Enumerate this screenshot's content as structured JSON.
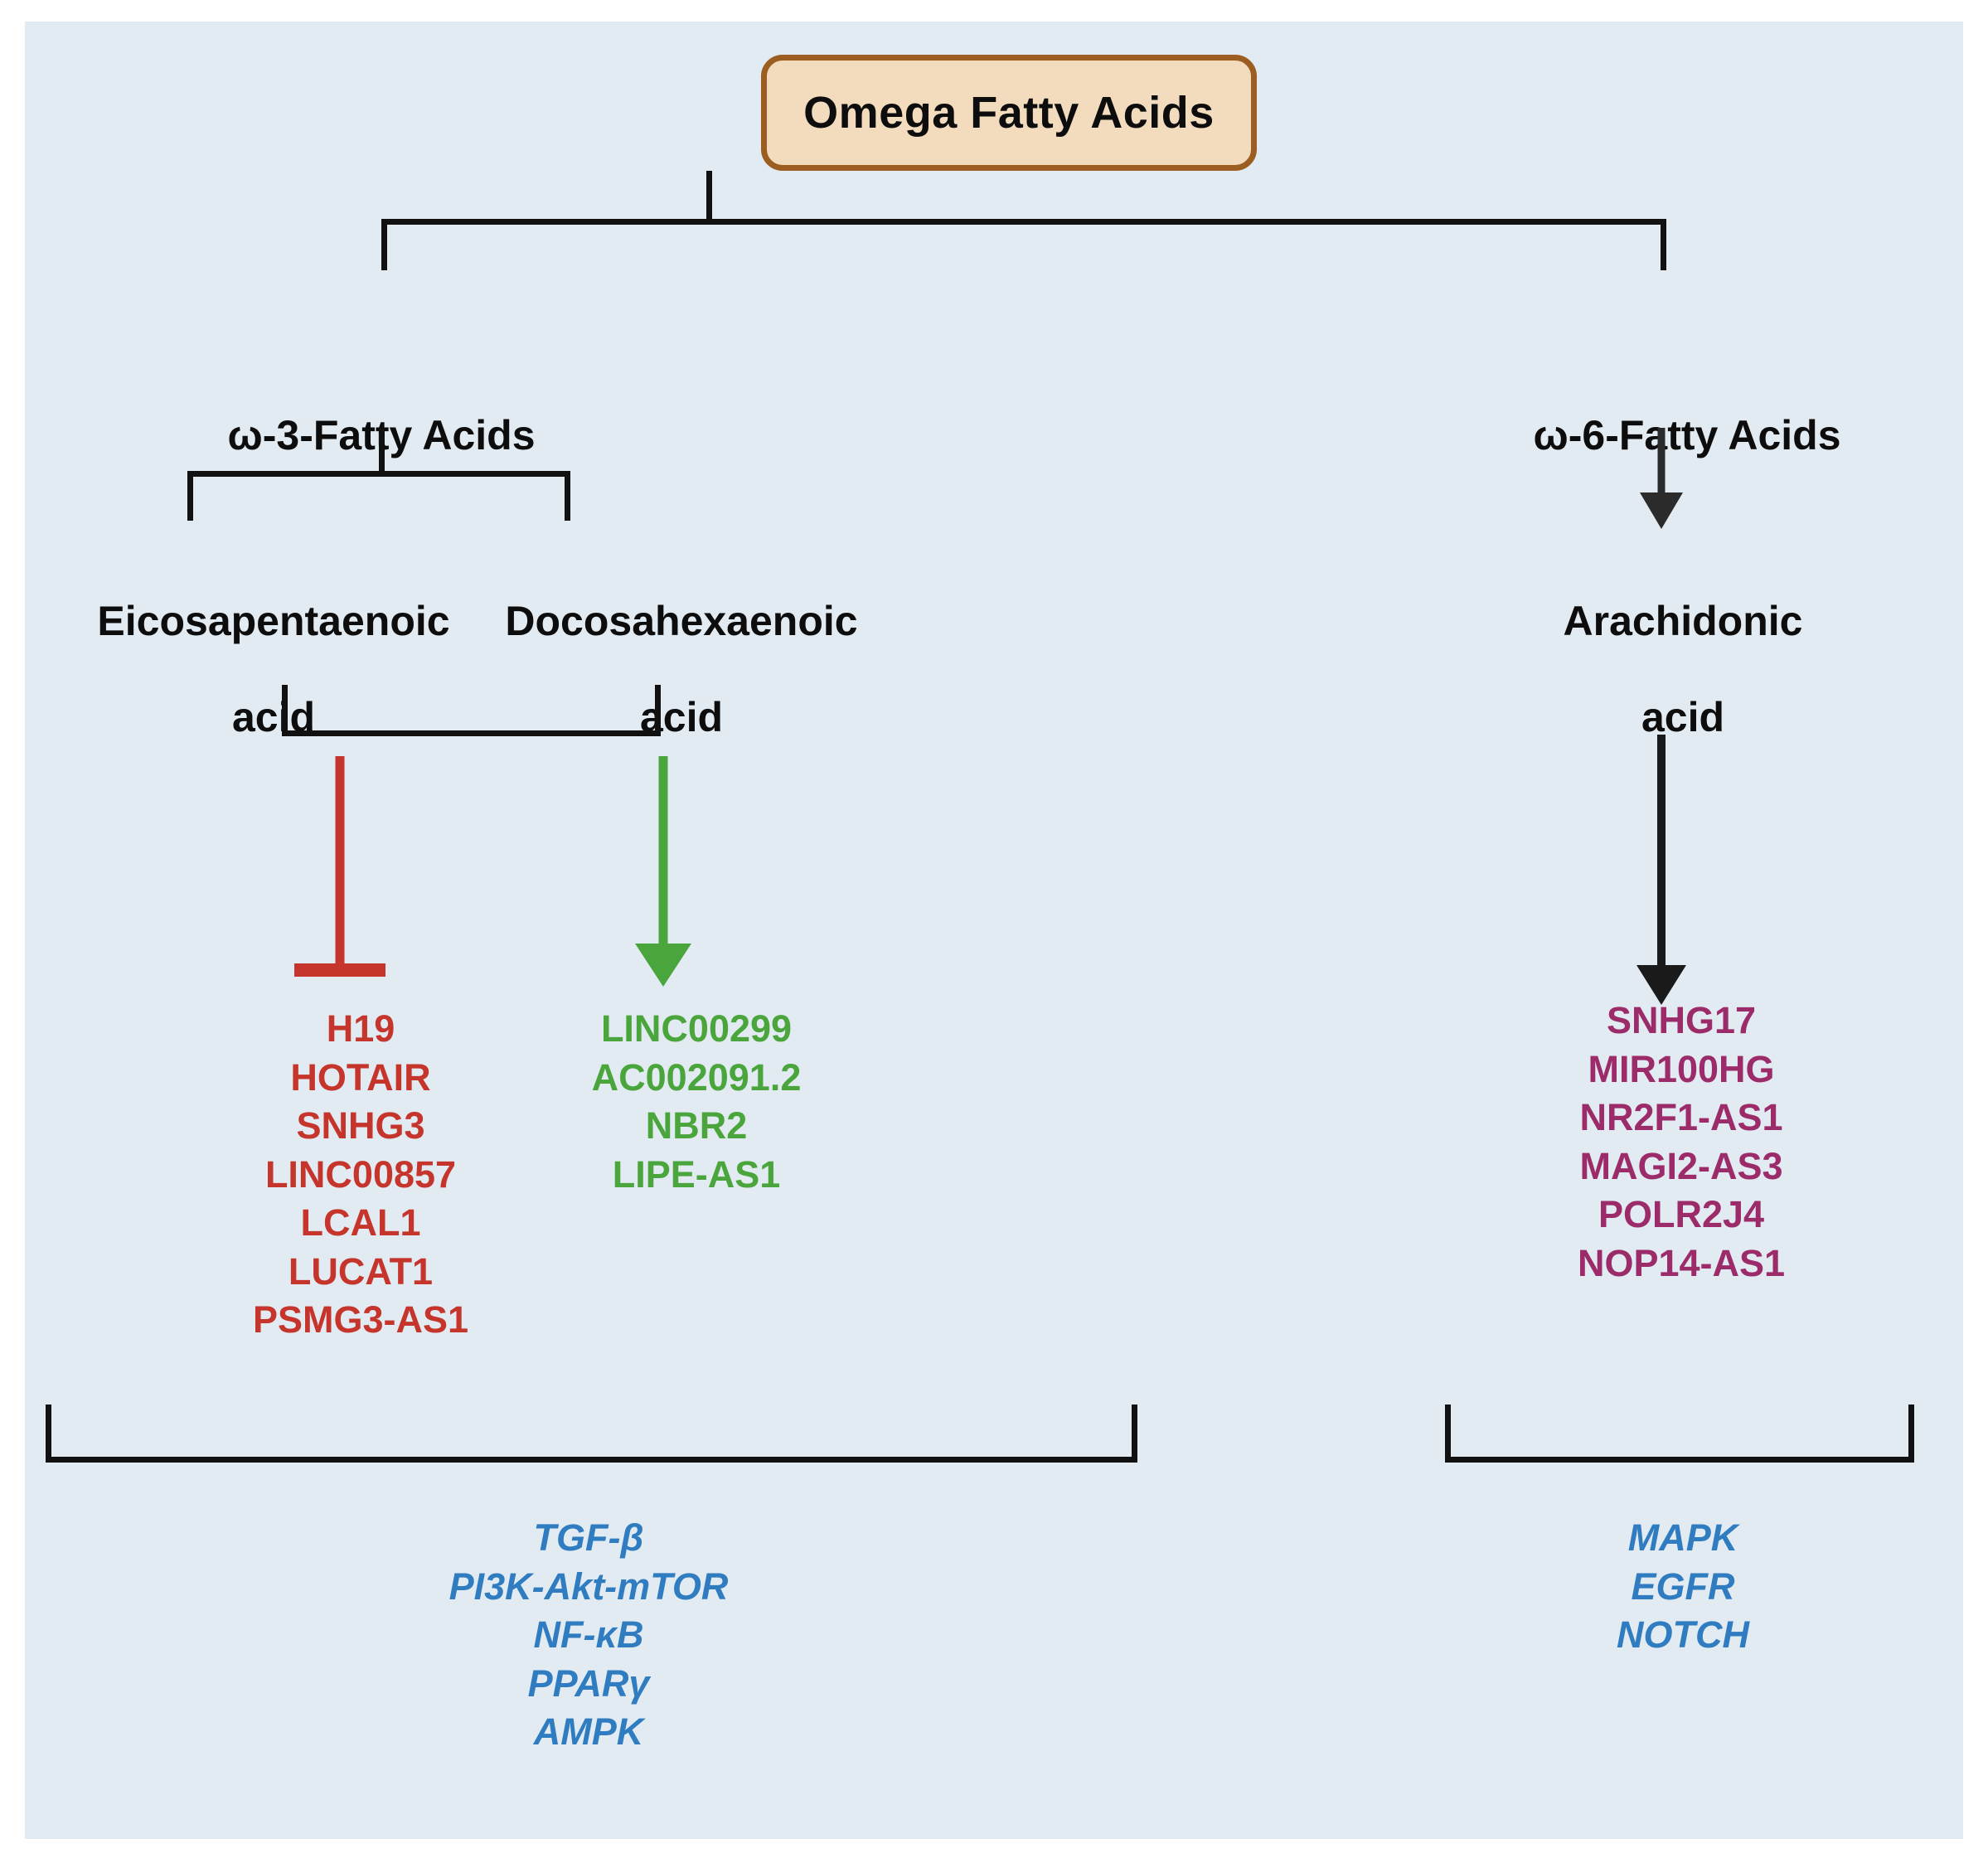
{
  "diagram": {
    "background_color": "#e2eaf2",
    "root": {
      "label": "Omega Fatty Acids",
      "fill_color": "#f3dcbd",
      "border_color": "#9c5d21"
    },
    "branches": {
      "omega3_label": "ω-3-Fatty Acids",
      "omega6_label": "ω-6-Fatty Acids"
    },
    "acids": {
      "epa_line1": "Eicosapentaenoic",
      "epa_line2": "acid",
      "dha_line1": "Docosahexaenoic",
      "dha_line2": "acid",
      "aa_line1": "Arachidonic",
      "aa_line2": "acid"
    },
    "edges": {
      "inhibition_color": "#c5352c",
      "activation_color": "#4aa63c",
      "neutral_color": "#111111",
      "inhibition_name": "inhibition",
      "activation_name": "activation"
    },
    "downregulated_lncrnas": {
      "color": "#c5352c",
      "items": [
        "H19",
        "HOTAIR",
        "SNHG3",
        "LINC00857",
        "LCAL1",
        "LUCAT1",
        "PSMG3-AS1"
      ]
    },
    "upregulated_lncrnas": {
      "color": "#4aa63c",
      "items": [
        "LINC00299",
        "AC002091.2",
        "NBR2",
        "LIPE-AS1"
      ]
    },
    "omega6_lncrnas": {
      "color": "#9c2b6a",
      "items": [
        "SNHG17",
        "MIR100HG",
        "NR2F1-AS1",
        "MAGI2-AS3",
        "POLR2J4",
        "NOP14-AS1"
      ]
    },
    "omega3_pathways": {
      "color": "#2f7cc0",
      "items": [
        "TGF-β",
        "PI3K-Akt-mTOR",
        "NF-κB",
        "PPARγ",
        "AMPK"
      ]
    },
    "omega6_pathways": {
      "color": "#2f7cc0",
      "items": [
        "MAPK",
        "EGFR",
        "NOTCH"
      ]
    }
  }
}
